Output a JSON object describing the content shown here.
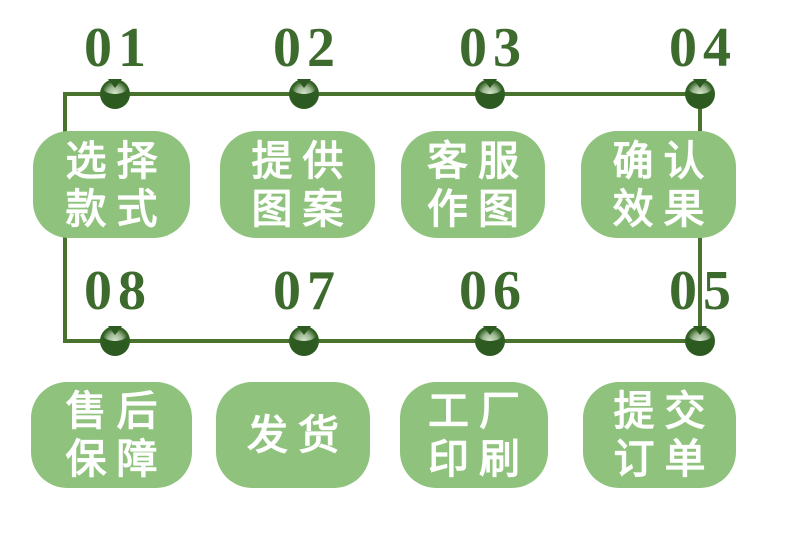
{
  "diagram": {
    "type": "process-flow",
    "description_colors": {
      "line_green": "#48722e",
      "node_dark_green": "#2c5a20",
      "node_highlight": "#dfeccd",
      "number_green": "#3d6b2d",
      "box_green": "#8fc37d",
      "box_text": "#ffffff",
      "background": "#ffffff"
    },
    "rows": [
      {
        "name": "top",
        "direction": "left-to-right",
        "steps": [
          {
            "number": "01",
            "line1": "选择",
            "line2": "款式"
          },
          {
            "number": "02",
            "line1": "提供",
            "line2": "图案"
          },
          {
            "number": "03",
            "line1": "客服",
            "line2": "作图"
          },
          {
            "number": "04",
            "line1": "确认",
            "line2": "效果"
          }
        ]
      },
      {
        "name": "bottom",
        "direction": "right-to-left",
        "steps": [
          {
            "number": "08",
            "line1": "售后",
            "line2": "保障"
          },
          {
            "number": "07",
            "line1": "发货",
            "line2": ""
          },
          {
            "number": "06",
            "line1": "工厂",
            "line2": "印刷"
          },
          {
            "number": "05",
            "line1": "提交",
            "line2": "订单"
          }
        ]
      }
    ]
  }
}
